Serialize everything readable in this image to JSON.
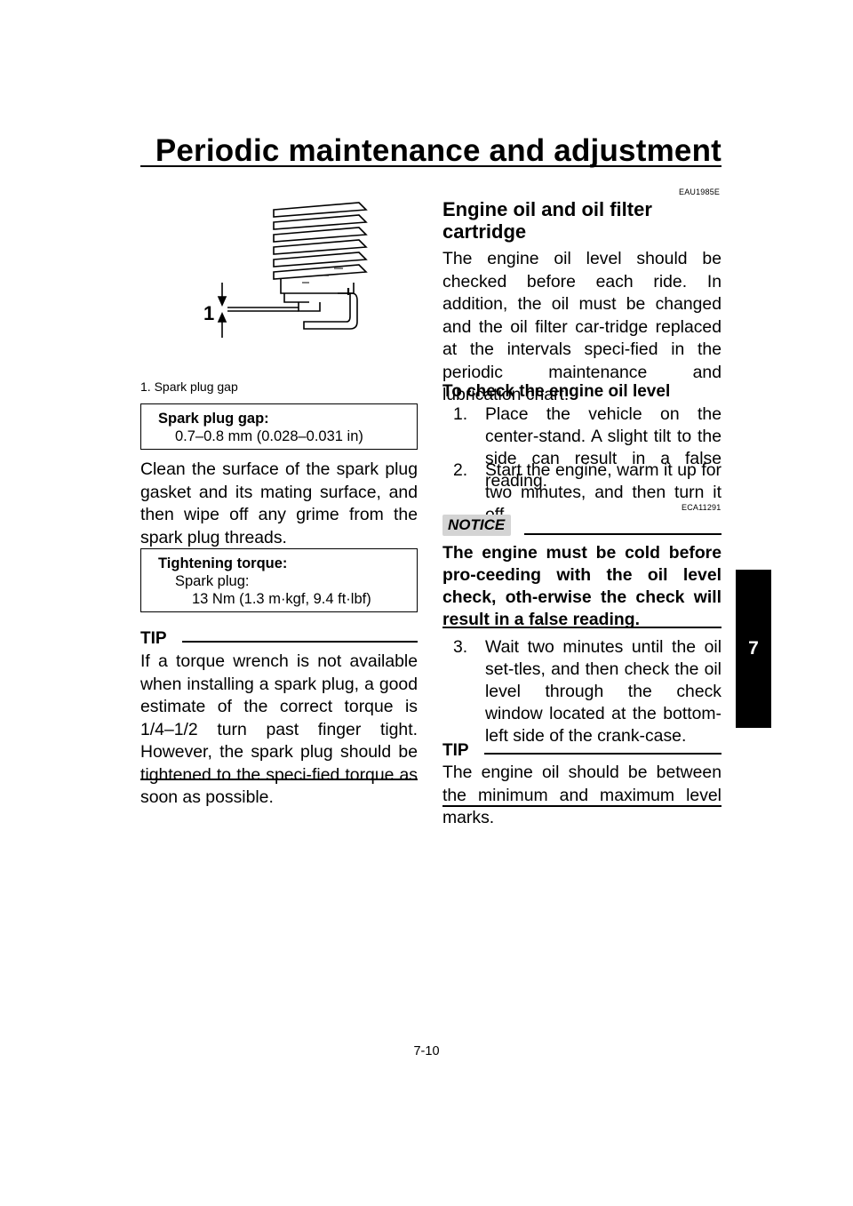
{
  "header": {
    "title": "Periodic maintenance and adjustment",
    "chapter_tab": "7"
  },
  "left": {
    "figure_callout": "1",
    "figure_caption": "1.  Spark plug gap",
    "gap_box": {
      "label": "Spark plug gap:",
      "value": "0.7–0.8 mm (0.028–0.031 in)"
    },
    "clean_text": "Clean the surface of the spark plug gasket and its mating surface, and then wipe off any grime from the spark plug threads.",
    "torque_box": {
      "label": "Tightening torque:",
      "item": "Spark plug:",
      "value": "13 Nm (1.3 m·kgf, 9.4 ft·lbf)"
    },
    "tip": {
      "heading": "TIP",
      "text": "If a torque wrench is not available when installing a spark plug, a good estimate of the correct torque is 1/4–1/2 turn past finger tight. However, the spark plug should be tightened to the speci-fied torque as soon as possible."
    }
  },
  "right": {
    "section_code": "EAU1985E",
    "section_title_line1": "Engine oil and oil filter",
    "section_title_line2": "cartridge",
    "intro": "The engine oil level should be checked before each ride. In addition, the oil must be changed and the oil filter car-tridge replaced at the intervals speci-fied in the periodic maintenance and lubrication chart.",
    "check_heading": "To check the engine oil level",
    "steps": [
      {
        "num": "1.",
        "text": "Place the vehicle on the center-stand. A slight tilt to the side can result in a false reading."
      },
      {
        "num": "2.",
        "text": "Start the engine, warm it up for two minutes, and then turn it off."
      },
      {
        "num": "3.",
        "text": "Wait two minutes until the oil set-tles, and then check the oil level through the check window located at the bottom-left side of the crank-case."
      }
    ],
    "notice": {
      "code": "ECA11291",
      "badge": "NOTICE",
      "text": "The engine must be cold before pro-ceeding with the oil level check, oth-erwise the check will result in a false reading."
    },
    "tip": {
      "heading": "TIP",
      "text": "The engine oil should be between the minimum and maximum level marks."
    }
  },
  "footer": {
    "page_number": "7-10"
  }
}
